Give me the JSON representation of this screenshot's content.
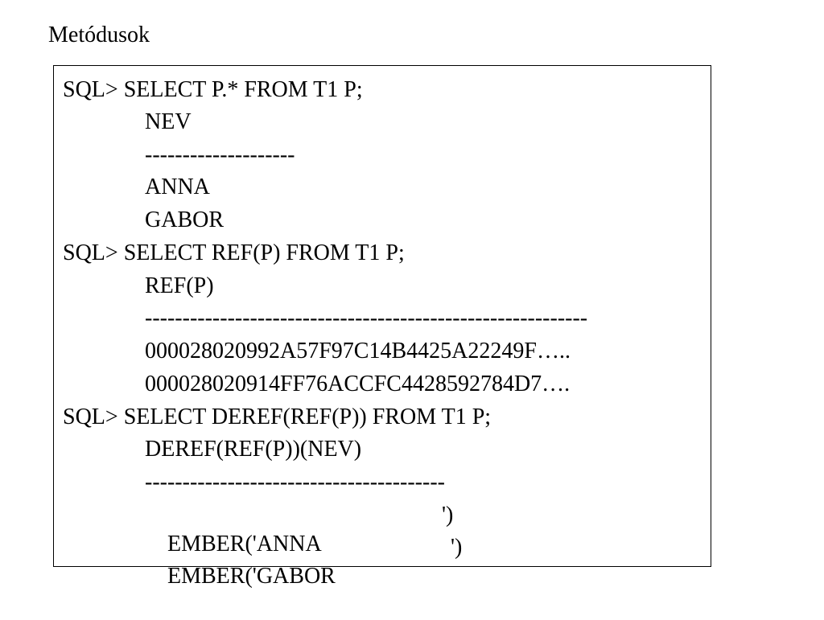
{
  "title": "Metódusok",
  "lines": [
    "SQL> SELECT P.* FROM T1 P;",
    "NEV",
    "--------------------",
    "ANNA",
    "GABOR",
    "SQL> SELECT REF(P) FROM T1 P;",
    "REF(P)",
    "-----------------------------------------------------------",
    "000028020992A57F97C14B4425A22249F…..",
    "000028020914FF76ACCFC4428592784D7….",
    "SQL> SELECT DEREF(REF(P)) FROM T1 P;",
    "DEREF(REF(P))(NEV)",
    "----------------------------------------",
    "EMBER('ANNA",
    "EMBER('GABOR"
  ],
  "row_suffix": "')"
}
